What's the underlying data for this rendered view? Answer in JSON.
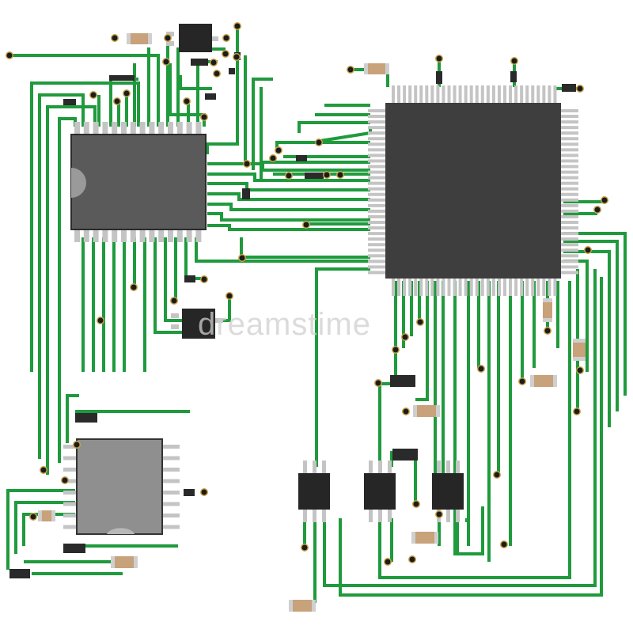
{
  "watermark": {
    "text": "dreamstime"
  },
  "colors": {
    "background": "#ffffff",
    "trace": "#1f9a3c",
    "chip_dark": "#3e3e3e",
    "chip_soic": "#5a5a5a",
    "chip_light": "#8f8f8f",
    "chip_small": "#262626",
    "pin": "#c4c4c4",
    "via": "#1c1c1c",
    "via_ring": "#c9a34a",
    "resistor": "#c8a27a",
    "resistor_end": "#cfcfcf",
    "diode": "#2a2a2a"
  },
  "components": {
    "main_processor": "qfp-chip",
    "soic_chip": "soic-chip",
    "qfn_chip": "qfn-chip",
    "small_ics": [
      "so8-chip",
      "so8-chip",
      "so8-chip"
    ],
    "transistors": [
      "sot-package",
      "sot-package"
    ]
  }
}
